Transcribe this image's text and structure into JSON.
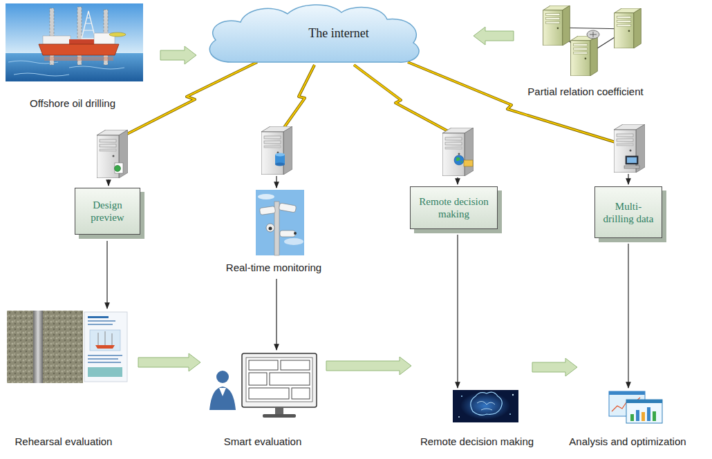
{
  "diagram": {
    "nodes": [
      {
        "text": [
          "The internet"
        ]
      },
      {
        "text": [
          "Offshore oil drilling"
        ]
      },
      {
        "text": [
          "Partial relation coefficient"
        ]
      },
      {
        "text": [
          "Design preview"
        ]
      },
      {
        "text": [
          "Real-time monitoring"
        ]
      },
      {
        "text": [
          "Remote decision making"
        ]
      },
      {
        "text": [
          "Multi-drilling data"
        ]
      },
      {
        "text": [
          "Rehearsal evaluation"
        ]
      },
      {
        "text": [
          "Smart evaluation"
        ]
      },
      {
        "text": [
          "Remote decision making"
        ]
      },
      {
        "text": [
          "Analysis and optimization"
        ]
      }
    ],
    "edges": [
      {
        "from": 1,
        "to": 0,
        "arrow": "to"
      },
      {
        "from": 2,
        "to": 0,
        "arrow": "to"
      },
      {
        "from": 3,
        "to": 7,
        "arrow": "to"
      },
      {
        "from": 4,
        "to": 8,
        "arrow": "to"
      },
      {
        "from": 5,
        "to": 9,
        "arrow": "to"
      },
      {
        "from": 6,
        "to": 10,
        "arrow": "to"
      },
      {
        "from": 7,
        "to": 8,
        "arrow": "to"
      },
      {
        "from": 8,
        "to": 9,
        "arrow": "to"
      },
      {
        "from": 9,
        "to": 10,
        "arrow": "to"
      }
    ]
  }
}
